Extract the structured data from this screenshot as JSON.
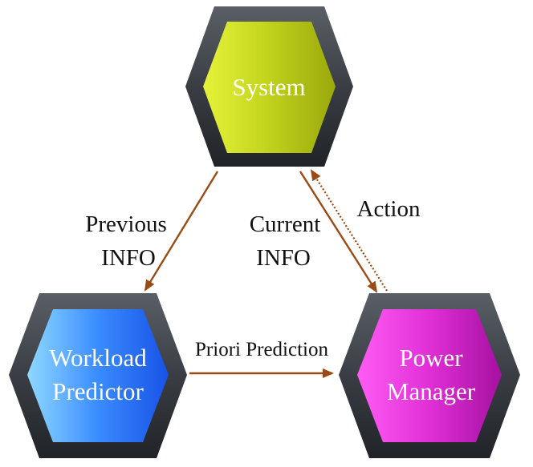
{
  "nodes": {
    "system": {
      "label": "System",
      "color": "#b8cc1a"
    },
    "workload_predictor": {
      "line1": "Workload",
      "line2": "Predictor",
      "color": "#2e7dff"
    },
    "power_manager": {
      "line1": "Power",
      "line2": "Manager",
      "color": "#e02fd6"
    }
  },
  "edges": {
    "previous_info": {
      "line1": "Previous",
      "line2": "INFO"
    },
    "current_info": {
      "line1": "Current",
      "line2": "INFO"
    },
    "action": {
      "label": "Action"
    },
    "priori_prediction": {
      "label": "Priori Prediction"
    }
  },
  "colors": {
    "hex_frame": "#3c4045",
    "arrow": "#9a4a14"
  }
}
